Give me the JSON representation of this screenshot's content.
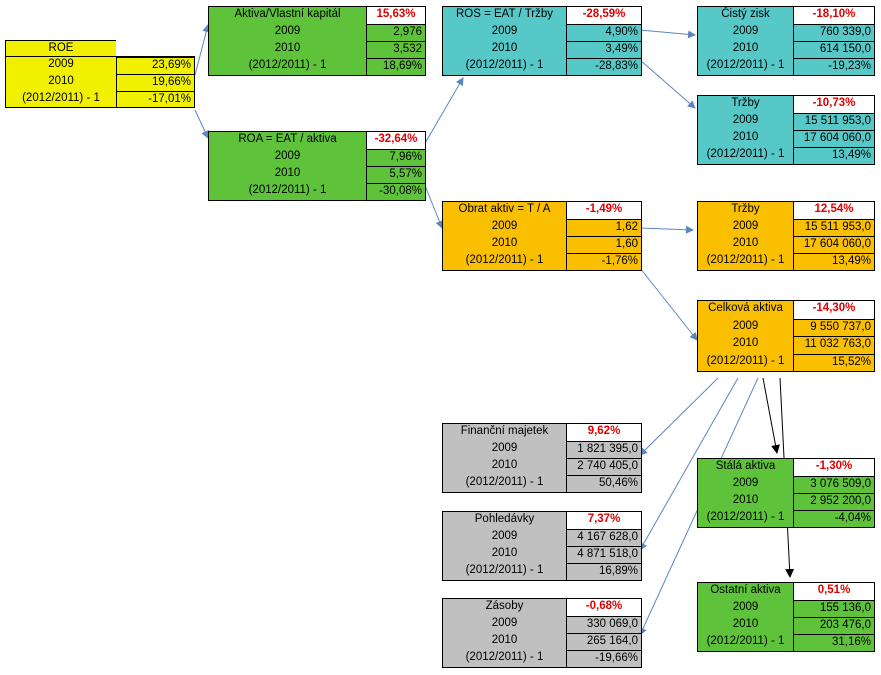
{
  "colors": {
    "yellow": "#f0f000",
    "green": "#5ec23a",
    "teal": "#57c8c8",
    "orange": "#fac000",
    "gray": "#c0c0c0",
    "highlight_red": "#e00000",
    "line_blue": "#5b86c0",
    "line_black": "#000000"
  },
  "nodes": {
    "roe": {
      "title": "ROE",
      "value": "",
      "rows": [
        {
          "label": "2009",
          "value": "23,69%"
        },
        {
          "label": "2010",
          "value": "19,66%"
        },
        {
          "label": "(2012/2011) - 1",
          "value": "-17,01%"
        }
      ]
    },
    "aktiva_vk": {
      "title": "Aktiva/Vlastní kapitál",
      "value": "15,63%",
      "rows": [
        {
          "label": "2009",
          "value": "2,976"
        },
        {
          "label": "2010",
          "value": "3,532"
        },
        {
          "label": "(2012/2011) - 1",
          "value": "18,69%"
        }
      ]
    },
    "roa": {
      "title": "ROA = EAT / aktiva",
      "value": "-32,64%",
      "rows": [
        {
          "label": "2009",
          "value": "7,96%"
        },
        {
          "label": "2010",
          "value": "5,57%"
        },
        {
          "label": "(2012/2011) - 1",
          "value": "-30,08%"
        }
      ]
    },
    "ros": {
      "title": "ROS = EAT / Tržby",
      "value": "-28,59%",
      "rows": [
        {
          "label": "2009",
          "value": "4,90%"
        },
        {
          "label": "2010",
          "value": "3,49%"
        },
        {
          "label": "(2012/2011) - 1",
          "value": "-28,83%"
        }
      ]
    },
    "obrat_aktiv": {
      "title": "Obrat aktiv = T / A",
      "value": "-1,49%",
      "rows": [
        {
          "label": "2009",
          "value": "1,62"
        },
        {
          "label": "2010",
          "value": "1,60"
        },
        {
          "label": "(2012/2011) - 1",
          "value": "-1,76%"
        }
      ]
    },
    "cisty_zisk": {
      "title": "Čistý zisk",
      "value": "-18,10%",
      "rows": [
        {
          "label": "2009",
          "value": "760 339,0"
        },
        {
          "label": "2010",
          "value": "614 150,0"
        },
        {
          "label": "(2012/2011) - 1",
          "value": "-19,23%"
        }
      ]
    },
    "trzby_teal": {
      "title": "Tržby",
      "value": "-10,73%",
      "rows": [
        {
          "label": "2009",
          "value": "15 511 953,0"
        },
        {
          "label": "2010",
          "value": "17 604 060,0"
        },
        {
          "label": "(2012/2011) - 1",
          "value": "13,49%"
        }
      ]
    },
    "trzby_orange": {
      "title": "Tržby",
      "value": "12,54%",
      "rows": [
        {
          "label": "2009",
          "value": "15 511 953,0"
        },
        {
          "label": "2010",
          "value": "17 604 060,0"
        },
        {
          "label": "(2012/2011) - 1",
          "value": "13,49%"
        }
      ]
    },
    "celkova_aktiva": {
      "title": "Celková aktiva",
      "value": "-14,30%",
      "rows": [
        {
          "label": "2009",
          "value": "9 550 737,0"
        },
        {
          "label": "2010",
          "value": "11 032 763,0"
        },
        {
          "label": "(2012/2011) - 1",
          "value": "15,52%"
        }
      ]
    },
    "financni_majetek": {
      "title": "Finanční majetek",
      "value": "9,62%",
      "rows": [
        {
          "label": "2009",
          "value": "1 821 395,0"
        },
        {
          "label": "2010",
          "value": "2 740 405,0"
        },
        {
          "label": "(2012/2011) - 1",
          "value": "50,46%"
        }
      ]
    },
    "pohledavky": {
      "title": "Pohledávky",
      "value": "7,37%",
      "rows": [
        {
          "label": "2009",
          "value": "4 167 628,0"
        },
        {
          "label": "2010",
          "value": "4 871 518,0"
        },
        {
          "label": "(2012/2011) - 1",
          "value": "16,89%"
        }
      ]
    },
    "zasoby": {
      "title": "Zásoby",
      "value": "-0,68%",
      "rows": [
        {
          "label": "2009",
          "value": "330 069,0"
        },
        {
          "label": "2010",
          "value": "265 164,0"
        },
        {
          "label": "(2012/2011) - 1",
          "value": "-19,66%"
        }
      ]
    },
    "stala_aktiva": {
      "title": "Stálá aktiva",
      "value": "-1,30%",
      "rows": [
        {
          "label": "2009",
          "value": "3 076 509,0"
        },
        {
          "label": "2010",
          "value": "2 952 200,0"
        },
        {
          "label": "(2012/2011) - 1",
          "value": "-4,04%"
        }
      ]
    },
    "ostatni_aktiva": {
      "title": "Ostatní aktiva",
      "value": "0,51%",
      "rows": [
        {
          "label": "2009",
          "value": "155 136,0"
        },
        {
          "label": "2010",
          "value": "203 476,0"
        },
        {
          "label": "(2012/2011) - 1",
          "value": "31,16%"
        }
      ]
    }
  }
}
